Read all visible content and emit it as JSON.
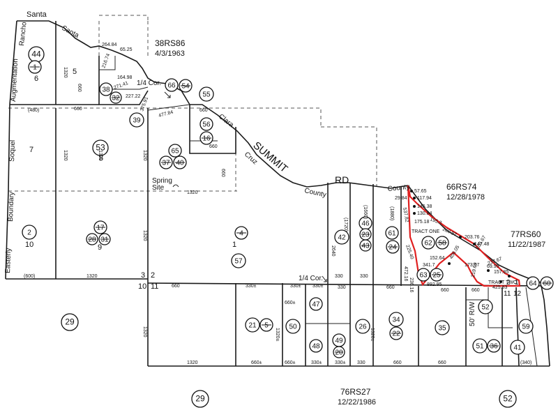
{
  "recorded_maps": [
    {
      "id": "rm-38",
      "label": "38RS86",
      "date": "4/3/1963"
    },
    {
      "id": "rm-66",
      "label": "66RS74",
      "date": "12/28/1978"
    },
    {
      "id": "rm-77",
      "label": "77RS60",
      "date": "11/22/1987"
    },
    {
      "id": "rm-76",
      "label": "76RS27",
      "date": "12/22/1986"
    }
  ],
  "road_words": {
    "santa": "Santa",
    "clara": "Clara",
    "summit": "SUMMIT",
    "rd": "RD",
    "cruz": "Cruz",
    "county1": "County",
    "county2": "County"
  },
  "boundary_words": {
    "rancho": "Rancho",
    "augmentation": "Augmentation",
    "soquel": "Soquel",
    "boundary": "Boundary",
    "easterly": "Easterly",
    "santa_top": "Santa"
  },
  "corner_labels": {
    "quarter_top": "1/4 Cor.",
    "quarter_bottom": "1/4 Cor.",
    "spring": "Spring",
    "site": "Site"
  },
  "tract_labels": {
    "one": "TRACT ONE",
    "two": "TRACT TWO",
    "rw": "50' R/W"
  },
  "section_numbers": {
    "s3": "3",
    "s2": "2",
    "s10": "10",
    "s11": "11",
    "s2b": "2",
    "s1b": "1",
    "s11b": "11",
    "s12b": "12"
  },
  "lot_numbers": {
    "l6": "6",
    "l5": "5",
    "l7": "7",
    "l8": "8",
    "l10": "10",
    "l9": "9",
    "l1": "1"
  },
  "circles": [
    {
      "id": "c44",
      "label": "44",
      "struck": false
    },
    {
      "id": "c1",
      "label": "1",
      "struck": true
    },
    {
      "id": "c38",
      "label": "38",
      "struck": false
    },
    {
      "id": "c32",
      "label": "32",
      "struck": true
    },
    {
      "id": "c66",
      "label": "66",
      "struck": false
    },
    {
      "id": "c54",
      "label": "54",
      "struck": true
    },
    {
      "id": "c39",
      "label": "39",
      "struck": false
    },
    {
      "id": "c55",
      "label": "55",
      "struck": false
    },
    {
      "id": "c56",
      "label": "56",
      "struck": false
    },
    {
      "id": "c16",
      "label": "16",
      "struck": true
    },
    {
      "id": "c53",
      "label": "53",
      "struck": false
    },
    {
      "id": "c65",
      "label": "65",
      "struck": false
    },
    {
      "id": "c37",
      "label": "37",
      "struck": true
    },
    {
      "id": "c40",
      "label": "40",
      "struck": true
    },
    {
      "id": "c2",
      "label": "2",
      "struck": false
    },
    {
      "id": "c17",
      "label": "17",
      "struck": true
    },
    {
      "id": "c28",
      "label": "28",
      "struck": true
    },
    {
      "id": "c31",
      "label": "31",
      "struck": true
    },
    {
      "id": "c4",
      "label": "4",
      "struck": true
    },
    {
      "id": "c57",
      "label": "57",
      "struck": false
    },
    {
      "id": "c42",
      "label": "42",
      "struck": false
    },
    {
      "id": "c46",
      "label": "46",
      "struck": false
    },
    {
      "id": "c23",
      "label": "23",
      "struck": true
    },
    {
      "id": "c43",
      "label": "43",
      "struck": true
    },
    {
      "id": "c61",
      "label": "61",
      "struck": false
    },
    {
      "id": "c24",
      "label": "24",
      "struck": true
    },
    {
      "id": "c62",
      "label": "62",
      "struck": false
    },
    {
      "id": "c58",
      "label": "58",
      "struck": true
    },
    {
      "id": "c63",
      "label": "63",
      "struck": false
    },
    {
      "id": "c25",
      "label": "25",
      "struck": true
    },
    {
      "id": "c64",
      "label": "64",
      "struck": false
    },
    {
      "id": "c60",
      "label": "60",
      "struck": true
    },
    {
      "id": "c29a",
      "label": "29",
      "struck": false
    },
    {
      "id": "c21",
      "label": "21",
      "struck": false
    },
    {
      "id": "c5",
      "label": "5",
      "struck": true
    },
    {
      "id": "c50",
      "label": "50",
      "struck": false
    },
    {
      "id": "c47",
      "label": "47",
      "struck": false
    },
    {
      "id": "c48",
      "label": "48",
      "struck": false
    },
    {
      "id": "c49",
      "label": "49",
      "struck": false
    },
    {
      "id": "c20",
      "label": "20",
      "struck": true
    },
    {
      "id": "c26",
      "label": "26",
      "struck": false
    },
    {
      "id": "c34",
      "label": "34",
      "struck": false
    },
    {
      "id": "c22",
      "label": "22",
      "struck": true
    },
    {
      "id": "c35",
      "label": "35",
      "struck": false
    },
    {
      "id": "c52a",
      "label": "52",
      "struck": false
    },
    {
      "id": "c51",
      "label": "51",
      "struck": false
    },
    {
      "id": "c36",
      "label": "36",
      "struck": true
    },
    {
      "id": "c41",
      "label": "41",
      "struck": false
    },
    {
      "id": "c59",
      "label": "59",
      "struck": false
    },
    {
      "id": "c29b",
      "label": "29",
      "struck": false
    },
    {
      "id": "c52b",
      "label": "52",
      "struck": false
    }
  ],
  "dimensions": [
    {
      "id": "d01",
      "label": "264.84"
    },
    {
      "id": "d02",
      "label": "65.25"
    },
    {
      "id": "d03",
      "label": "216.74"
    },
    {
      "id": "d04",
      "label": "164.98"
    },
    {
      "id": "d05",
      "label": "271.41"
    },
    {
      "id": "d06",
      "label": "227.22"
    },
    {
      "id": "d07",
      "label": "375.91"
    },
    {
      "id": "d08",
      "label": "477.84"
    },
    {
      "id": "d09",
      "label": "660"
    },
    {
      "id": "d10",
      "label": "1320"
    },
    {
      "id": "d11",
      "label": "(480)"
    },
    {
      "id": "d12",
      "label": "660"
    },
    {
      "id": "d13",
      "label": "1320"
    },
    {
      "id": "d14",
      "label": "1320"
    },
    {
      "id": "d15",
      "label": "1320"
    },
    {
      "id": "d16",
      "label": "660"
    },
    {
      "id": "d17",
      "label": "660"
    },
    {
      "id": "d18",
      "label": "660"
    },
    {
      "id": "d19",
      "label": "1320"
    },
    {
      "id": "d20",
      "label": "(600)"
    },
    {
      "id": "d21",
      "label": "1320"
    },
    {
      "id": "d22",
      "label": "2640"
    },
    {
      "id": "d23",
      "label": "(1720)"
    },
    {
      "id": "d24",
      "label": "(1660)"
    },
    {
      "id": "d25",
      "label": "(1880)"
    },
    {
      "id": "d26",
      "label": "330"
    },
    {
      "id": "d27",
      "label": "330"
    },
    {
      "id": "d28",
      "label": "57.65"
    },
    {
      "id": "d29",
      "label": "117.94"
    },
    {
      "id": "d30",
      "label": "29.84"
    },
    {
      "id": "d31",
      "label": "145.38"
    },
    {
      "id": "d32",
      "label": "130.84"
    },
    {
      "id": "d33",
      "label": "175.18"
    },
    {
      "id": "d34",
      "label": "195.3"
    },
    {
      "id": "d35",
      "label": "537.82"
    },
    {
      "id": "d36",
      "label": "260.97"
    },
    {
      "id": "d37",
      "label": "203.76"
    },
    {
      "id": "d38",
      "label": "147.48"
    },
    {
      "id": "d39",
      "label": "225.40"
    },
    {
      "id": "d40",
      "label": "152.64"
    },
    {
      "id": "d41",
      "label": "341.7"
    },
    {
      "id": "d42",
      "label": "406.05"
    },
    {
      "id": "d43",
      "label": "472.16"
    },
    {
      "id": "d44",
      "label": "236.16"
    },
    {
      "id": "d45",
      "label": "892.95"
    },
    {
      "id": "d46",
      "label": "173.57"
    },
    {
      "id": "d47",
      "label": "237.67"
    },
    {
      "id": "d48",
      "label": "69.95"
    },
    {
      "id": "d49",
      "label": "157.85"
    },
    {
      "id": "d50",
      "label": "219.69"
    },
    {
      "id": "d51",
      "label": "425.83"
    },
    {
      "id": "d52",
      "label": "205.67"
    },
    {
      "id": "d53",
      "label": "660"
    },
    {
      "id": "d54",
      "label": "330±"
    },
    {
      "id": "d55",
      "label": "330±"
    },
    {
      "id": "d56",
      "label": "330±"
    },
    {
      "id": "d57",
      "label": "330"
    },
    {
      "id": "d58",
      "label": "660"
    },
    {
      "id": "d59",
      "label": "660"
    },
    {
      "id": "d60",
      "label": "660"
    },
    {
      "id": "d61",
      "label": "1320"
    },
    {
      "id": "d62",
      "label": "1320±"
    },
    {
      "id": "d63",
      "label": "660±"
    },
    {
      "id": "d64",
      "label": "660±"
    },
    {
      "id": "d65",
      "label": "660±"
    },
    {
      "id": "d66",
      "label": "1320±"
    },
    {
      "id": "d67",
      "label": "330±"
    },
    {
      "id": "d68",
      "label": "330±"
    },
    {
      "id": "d69",
      "label": "330"
    },
    {
      "id": "d70",
      "label": "660"
    },
    {
      "id": "d71",
      "label": "660"
    },
    {
      "id": "d72",
      "label": "(340)"
    },
    {
      "id": "d73",
      "label": "1320"
    },
    {
      "id": "d74",
      "label": "1320"
    }
  ]
}
